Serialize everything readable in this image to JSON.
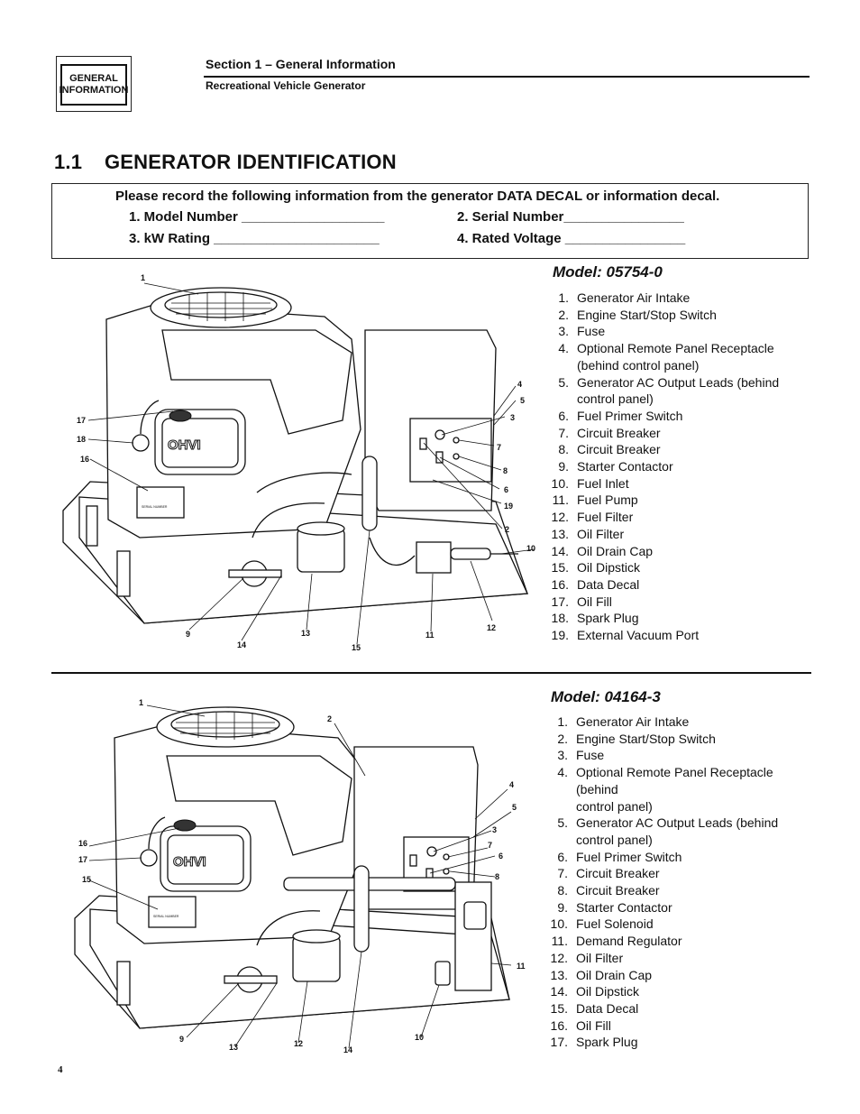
{
  "header": {
    "badge_line1": "GENERAL",
    "badge_line2": "INFORMATION",
    "section_title": "Section 1 – General Information",
    "section_subtitle": "Recreational Vehicle Generator"
  },
  "heading": {
    "number": "1.1",
    "title": "GENERATOR IDENTIFICATION"
  },
  "record_box": {
    "intro": "Please record the following information from the generator DATA DECAL or information decal.",
    "fields": [
      "1.   Model Number ___________________",
      "2.   Serial Number________________",
      "3.   kW Rating ______________________",
      "4.   Rated Voltage ________________"
    ]
  },
  "model_a": {
    "title": "Model: 05754-0",
    "parts": [
      {
        "n": "1.",
        "t": "Generator Air Intake"
      },
      {
        "n": "2.",
        "t": "Engine Start/Stop Switch"
      },
      {
        "n": "3.",
        "t": "Fuse"
      },
      {
        "n": "4.",
        "t": "Optional Remote Panel Receptacle (behind control panel)"
      },
      {
        "n": "5.",
        "t": "Generator AC Output Leads (behind control panel)"
      },
      {
        "n": "6.",
        "t": "Fuel Primer Switch"
      },
      {
        "n": "7.",
        "t": "Circuit Breaker"
      },
      {
        "n": "8.",
        "t": "Circuit Breaker"
      },
      {
        "n": "9.",
        "t": "Starter Contactor"
      },
      {
        "n": "10.",
        "t": "Fuel Inlet"
      },
      {
        "n": "11.",
        "t": "Fuel Pump"
      },
      {
        "n": "12.",
        "t": "Fuel Filter"
      },
      {
        "n": "13.",
        "t": "Oil Filter"
      },
      {
        "n": "14.",
        "t": "Oil Drain Cap"
      },
      {
        "n": "15.",
        "t": "Oil Dipstick"
      },
      {
        "n": "16.",
        "t": "Data Decal"
      },
      {
        "n": "17.",
        "t": "Oil Fill"
      },
      {
        "n": "18.",
        "t": "Spark Plug"
      },
      {
        "n": "19.",
        "t": "External Vacuum Port"
      }
    ],
    "callouts": [
      "1",
      "4",
      "5",
      "3",
      "7",
      "8",
      "6",
      "19",
      "2",
      "10",
      "17",
      "18",
      "16",
      "9",
      "14",
      "13",
      "15",
      "11",
      "12"
    ]
  },
  "model_b": {
    "title": "Model: 04164-3",
    "parts": [
      {
        "n": "1.",
        "t": "Generator Air Intake"
      },
      {
        "n": "2.",
        "t": "Engine Start/Stop Switch"
      },
      {
        "n": "3.",
        "t": "Fuse"
      },
      {
        "n": "4.",
        "t": "Optional Remote Panel Receptacle (behind"
      },
      {
        "n": "",
        "t": "control panel)"
      },
      {
        "n": "5.",
        "t": "Generator AC Output Leads (behind control panel)"
      },
      {
        "n": "6.",
        "t": "Fuel Primer Switch"
      },
      {
        "n": "7.",
        "t": "Circuit Breaker"
      },
      {
        "n": "8.",
        "t": "Circuit Breaker"
      },
      {
        "n": "9.",
        "t": "Starter Contactor"
      },
      {
        "n": "10.",
        "t": "Fuel Solenoid"
      },
      {
        "n": "11.",
        "t": "Demand Regulator"
      },
      {
        "n": "12.",
        "t": "Oil Filter"
      },
      {
        "n": "13.",
        "t": "Oil Drain Cap"
      },
      {
        "n": "14.",
        "t": "Oil Dipstick"
      },
      {
        "n": "15.",
        "t": "Data Decal"
      },
      {
        "n": "16.",
        "t": "Oil Fill"
      },
      {
        "n": "17.",
        "t": "Spark Plug"
      }
    ],
    "callouts": [
      "1",
      "2",
      "4",
      "5",
      "3",
      "7",
      "6",
      "8",
      "16",
      "17",
      "15",
      "11",
      "9",
      "13",
      "12",
      "14",
      "10"
    ]
  },
  "illustration_text": {
    "engine_logo": "OHVI",
    "decal_text": "SERIAL NUMBER"
  },
  "footer": {
    "page_number": "4"
  }
}
